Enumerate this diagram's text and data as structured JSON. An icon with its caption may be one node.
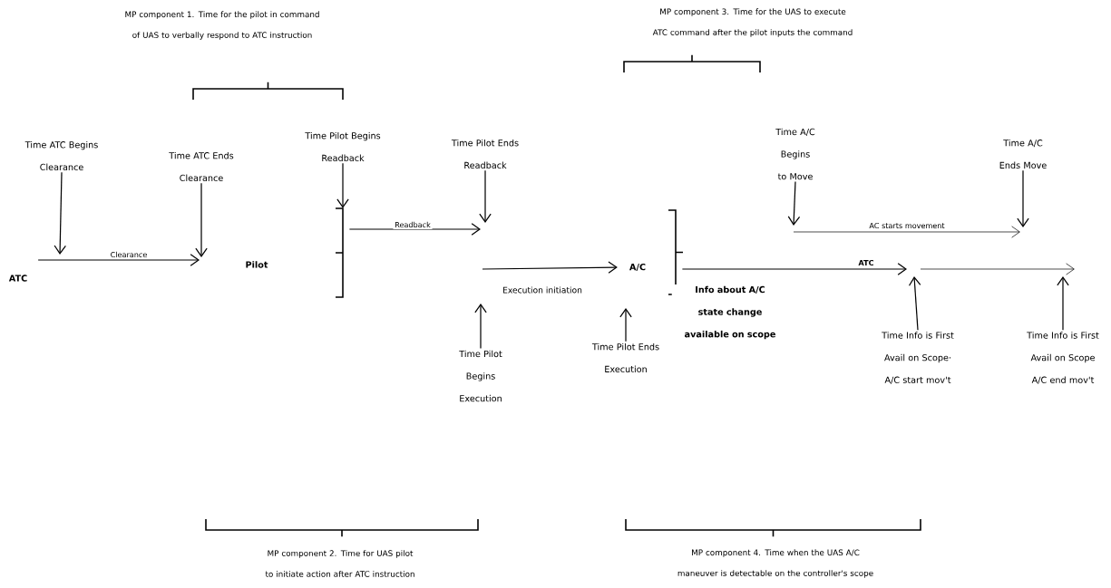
{
  "diagram": {
    "nodes": [
      {
        "text": [
          "ATC"
        ]
      },
      {
        "text": [
          "Pilot"
        ]
      },
      {
        "text": [],
        "shape": "bracket"
      },
      {
        "text": [
          "A/C"
        ]
      },
      {
        "text": [],
        "shape": "bracket"
      },
      {
        "text": [
          "Time ATC Begins Clearance"
        ]
      },
      {
        "text": [
          "Time ATC Ends Clearance"
        ]
      },
      {
        "text": [
          "Time Pilot Begins Readback"
        ]
      },
      {
        "text": [
          "Time Pilot Ends Readback"
        ]
      },
      {
        "text": [
          "Time Pilot Begins Execution"
        ]
      },
      {
        "text": [
          "Time Pilot Ends Execution"
        ]
      },
      {
        "text": [
          "Time A/C Begins to Move"
        ]
      },
      {
        "text": [
          "Time A/C Ends Move"
        ]
      },
      {
        "text": [
          "Time Info is First Avail on Scope· A/C start mov't"
        ]
      },
      {
        "text": [
          "Time Info is First Avail on Scope A/C end mov't"
        ]
      }
    ],
    "edges": [
      {
        "from": 0,
        "to": null,
        "arrow": "to",
        "label": "Clearance"
      },
      {
        "from": 2,
        "to": null,
        "arrow": "to",
        "label": "Readback"
      },
      {
        "from": null,
        "to": 3,
        "arrow": "to",
        "label": "Execution initiation"
      },
      {
        "from": 4,
        "to": null,
        "arrow": "to",
        "label": "ATC"
      },
      {
        "from": 5,
        "to": null,
        "arrow": "to"
      },
      {
        "from": 6,
        "to": null,
        "arrow": "to"
      },
      {
        "from": 7,
        "to": 2,
        "arrow": "to"
      },
      {
        "from": 8,
        "to": null,
        "arrow": "to"
      },
      {
        "from": 9,
        "to": null,
        "arrow": "to"
      },
      {
        "from": 10,
        "to": null,
        "arrow": "to"
      },
      {
        "from": 11,
        "to": null,
        "arrow": "to"
      },
      {
        "from": 12,
        "to": null,
        "arrow": "to"
      },
      {
        "from": 13,
        "to": null,
        "arrow": "to"
      },
      {
        "from": 14,
        "to": null,
        "arrow": "to"
      }
    ],
    "labels": [
      "MP component 1. Time for the pilot in command of UAS to verbally respond to ATC instruction",
      "MP component 3. Time for the UAS to execute ATC command after the pilot inputs the command",
      "AC starts movement",
      "Info about A/C state change available on scope",
      "MP component 2. Time for UAS pilot to initiate action after ATC instruction",
      "MP component 4. Time when the UAS A/C maneuver is detectable on the controller's scope"
    ]
  }
}
